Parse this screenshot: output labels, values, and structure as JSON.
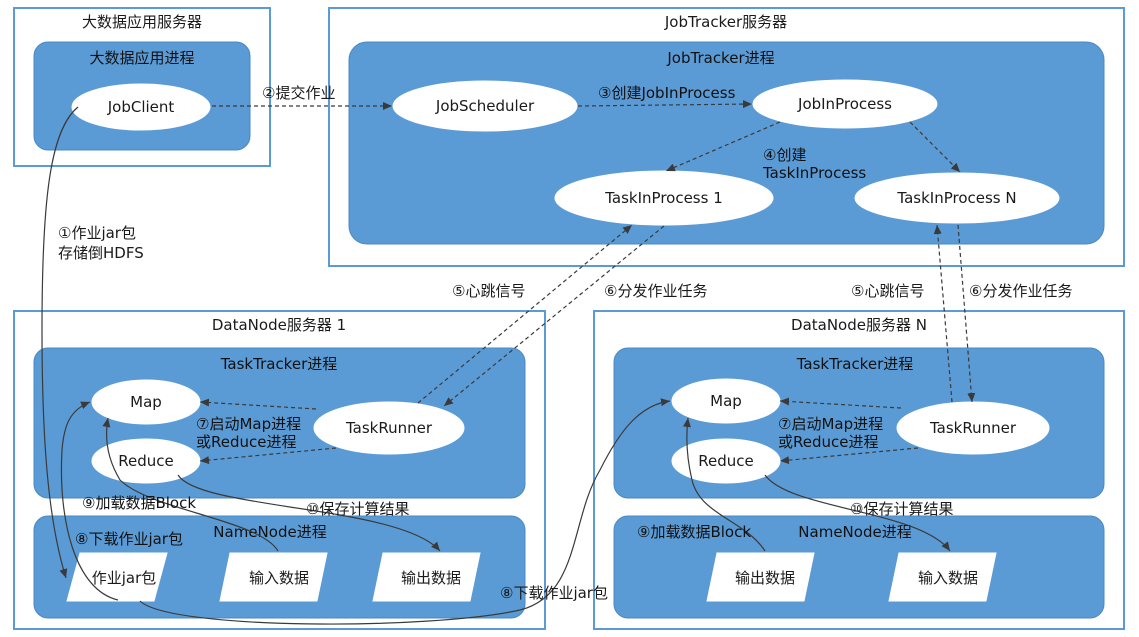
{
  "outer_boxes": {
    "app_server": "大数据应用服务器",
    "jobtracker_server": "JobTracker服务器",
    "datanode_1": "DataNode服务器 1",
    "datanode_n": "DataNode服务器 N"
  },
  "processes": {
    "app_process": "大数据应用进程",
    "jobtracker_process": "JobTracker进程",
    "tasktracker_1": "TaskTracker进程",
    "namenode_1": "NameNode进程",
    "tasktracker_n": "TaskTracker进程",
    "namenode_n": "NameNode进程"
  },
  "nodes": {
    "jobclient": "JobClient",
    "jobscheduler": "JobScheduler",
    "jobinprocess": "JobInProcess",
    "taskinprocess_1": "TaskInProcess 1",
    "taskinprocess_n": "TaskInProcess N",
    "map_1": "Map",
    "reduce_1": "Reduce",
    "taskrunner_1": "TaskRunner",
    "map_n": "Map",
    "reduce_n": "Reduce",
    "taskrunner_n": "TaskRunner"
  },
  "data_blocks": {
    "jar_1": "作业jar包",
    "input_1": "输入数据",
    "output_1": "输出数据",
    "output_n": "输出数据",
    "input_n": "输入数据"
  },
  "steps": {
    "s1_line1": "①作业jar包",
    "s1_line2": "存储倒HDFS",
    "s2": "②提交作业",
    "s3": "③创建JobInProcess",
    "s4_line1": "④创建",
    "s4_line2": "TaskInProcess",
    "s5_a": "⑤心跳信号",
    "s6_a": "⑥分发作业任务",
    "s5_b": "⑤心跳信号",
    "s6_b": "⑥分发作业任务",
    "s7a_line1": "⑦启动Map进程",
    "s7a_line2": "或Reduce进程",
    "s7b_line1": "⑦启动Map进程",
    "s7b_line2": "或Reduce进程",
    "s8_a": "⑧下载作业jar包",
    "s8_b": "⑧下载作业jar包",
    "s9_a": "⑨加载数据Block",
    "s9_b": "⑨加载数据Block",
    "s10_a": "⑩保存计算结果",
    "s10_b": "⑩保存计算结果"
  }
}
